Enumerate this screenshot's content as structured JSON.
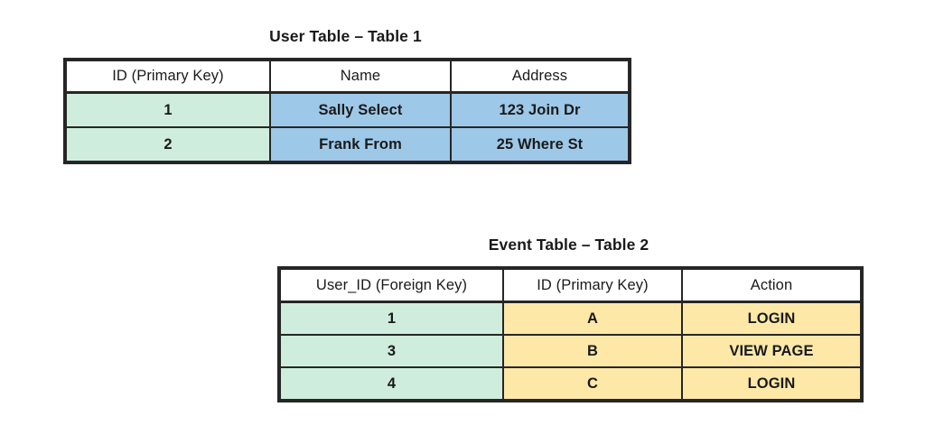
{
  "background_color": "#ffffff",
  "palette": {
    "border": "#262626",
    "text": "#1a1a1a",
    "key_green": "#cfeddc",
    "user_blue": "#9ec8e8",
    "event_yellow": "#fde8a8",
    "header_white": "#ffffff"
  },
  "tables": [
    {
      "id": "user-table",
      "title": "User Table – Table 1",
      "columns": [
        {
          "label": "ID (Primary Key)",
          "fill": "green"
        },
        {
          "label": "Name",
          "fill": "blue"
        },
        {
          "label": "Address",
          "fill": "blue"
        }
      ],
      "rows": [
        [
          "1",
          "Sally Select",
          "123 Join Dr"
        ],
        [
          "2",
          "Frank From",
          "25 Where St"
        ]
      ]
    },
    {
      "id": "event-table",
      "title": "Event Table – Table 2",
      "columns": [
        {
          "label": "User_ID (Foreign Key)",
          "fill": "green"
        },
        {
          "label": "ID (Primary Key)",
          "fill": "yellow"
        },
        {
          "label": "Action",
          "fill": "yellow"
        }
      ],
      "rows": [
        [
          "1",
          "A",
          "LOGIN"
        ],
        [
          "3",
          "B",
          "VIEW PAGE"
        ],
        [
          "4",
          "C",
          "LOGIN"
        ]
      ]
    }
  ]
}
